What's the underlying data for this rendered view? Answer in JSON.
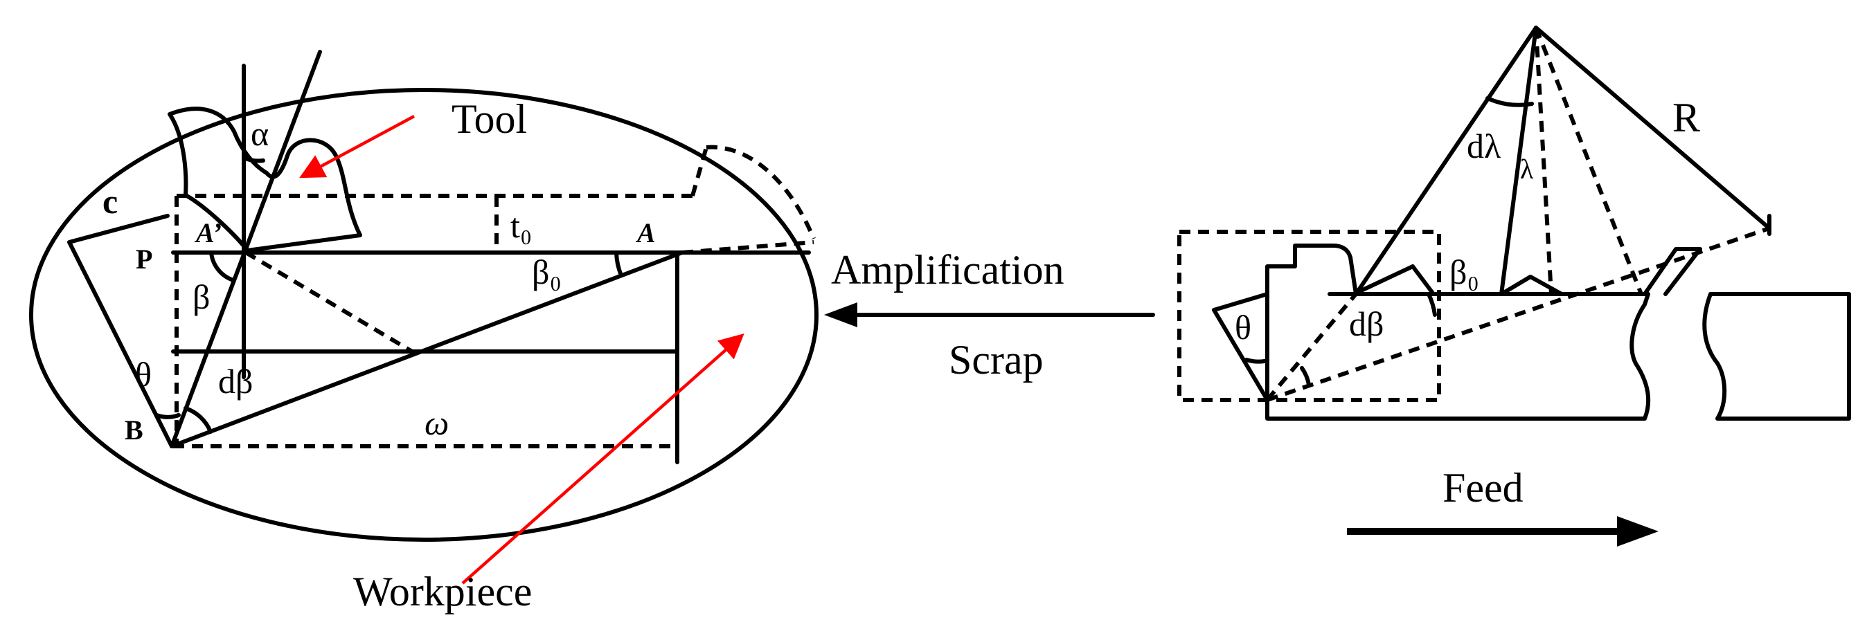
{
  "labels": {
    "tool": "Tool",
    "workpiece": "Workpiece",
    "amplification": "Amplification",
    "scrap": "Scrap",
    "feed": "Feed",
    "c": "c",
    "p": "P",
    "b": "B",
    "a_prime": "A’",
    "a": "A",
    "alpha": "α",
    "beta": "β",
    "theta_left": "θ",
    "dbeta_left": "dβ",
    "t0": "t₀",
    "beta0_left": "β₀",
    "omega": "ω",
    "r": "R",
    "dlambda": "dλ",
    "lambda": "λ",
    "beta0_right": "β₀",
    "theta_right": "θ",
    "dbeta_right": "dβ"
  },
  "colors": {
    "line": "#000000",
    "pointer": "#ff0000",
    "background": "#ffffff"
  }
}
